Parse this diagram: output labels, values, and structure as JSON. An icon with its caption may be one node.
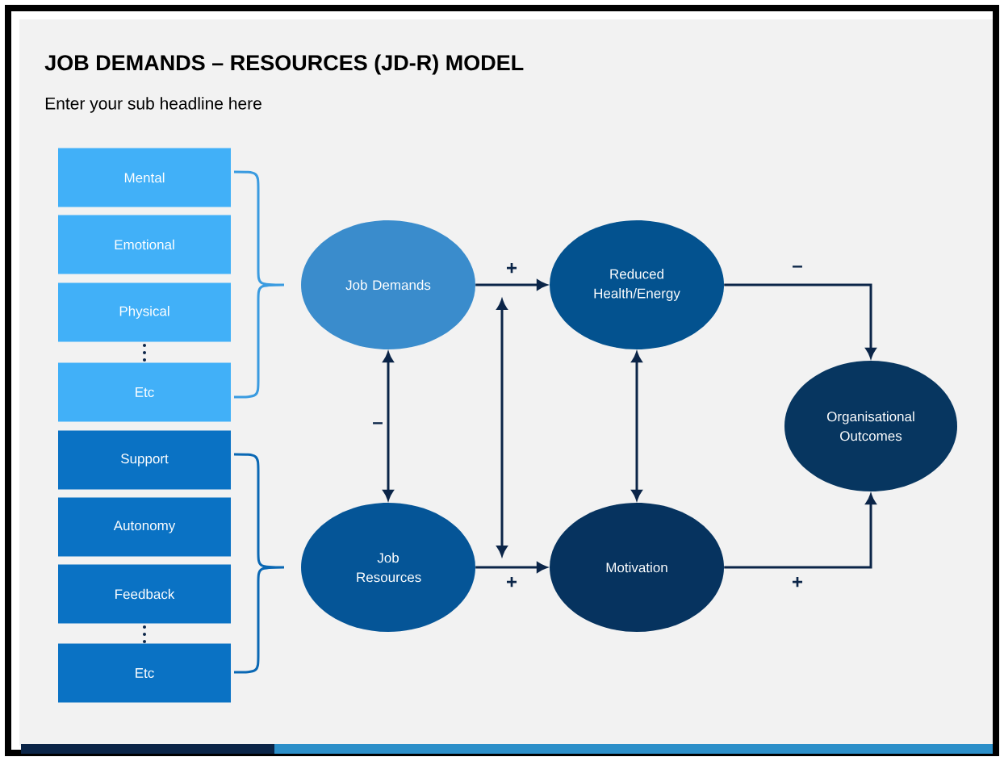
{
  "diagram": {
    "title": "JOB DEMANDS – RESOURCES (JD-R) MODEL",
    "nodes": [
      {
        "text": [
          "Mental"
        ]
      },
      {
        "text": [
          "Emotional"
        ]
      },
      {
        "text": [
          "Physical"
        ]
      },
      {
        "text": [
          "Etc"
        ]
      },
      {
        "text": [
          "Support"
        ]
      },
      {
        "text": [
          "Autonomy"
        ]
      },
      {
        "text": [
          "Feedback"
        ]
      },
      {
        "text": [
          "Etc"
        ]
      },
      {
        "text": [
          "Job Demands"
        ]
      },
      {
        "text": [
          "Job Resources"
        ]
      },
      {
        "text": [
          "Reduced Health/Energy"
        ]
      },
      {
        "text": [
          "Motivation"
        ]
      },
      {
        "text": [
          "Organisational Outcomes"
        ]
      }
    ],
    "edges": [
      {
        "from": 8,
        "to": 10,
        "arrow": "to",
        "label": "+"
      },
      {
        "from": 9,
        "to": 11,
        "arrow": "to",
        "label": "+"
      },
      {
        "from": 8,
        "to": 9,
        "arrow": "both",
        "label": "–"
      },
      {
        "from": 10,
        "to": 11,
        "arrow": "both"
      },
      {
        "from": 10,
        "to": 12,
        "arrow": "to",
        "label": "–"
      },
      {
        "from": 11,
        "to": 12,
        "arrow": "to",
        "label": "+"
      }
    ],
    "labels": [
      "Enter your sub headline here"
    ]
  }
}
